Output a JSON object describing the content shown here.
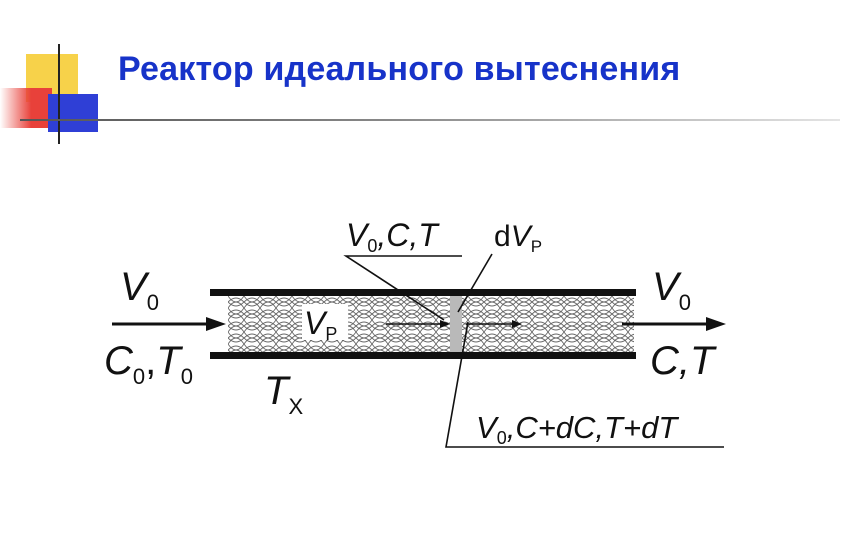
{
  "title": "Реактор идеального вытеснения",
  "diagram": {
    "inlet_top": "V",
    "inlet_top_sub": "0",
    "inlet_bottom_c": "C",
    "inlet_bottom_c_sub": "0",
    "inlet_bottom_sep": ",",
    "inlet_bottom_t": "T",
    "inlet_bottom_t_sub": "0",
    "reactor_volume": "V",
    "reactor_volume_sub": "P",
    "outlet_top": "V",
    "outlet_top_sub": "0",
    "outlet_bottom": "C,T",
    "wall_temperature": "T",
    "wall_temperature_sub": "X",
    "element_in_v": "V",
    "element_in_v_sub": "0",
    "element_in_rest": ",C,T",
    "element_volume_d": "d",
    "element_volume_v": "V",
    "element_volume_sub": "P",
    "element_out_v": "V",
    "element_out_v_sub": "0",
    "element_out_rest": ",C+dC,T+dT"
  }
}
